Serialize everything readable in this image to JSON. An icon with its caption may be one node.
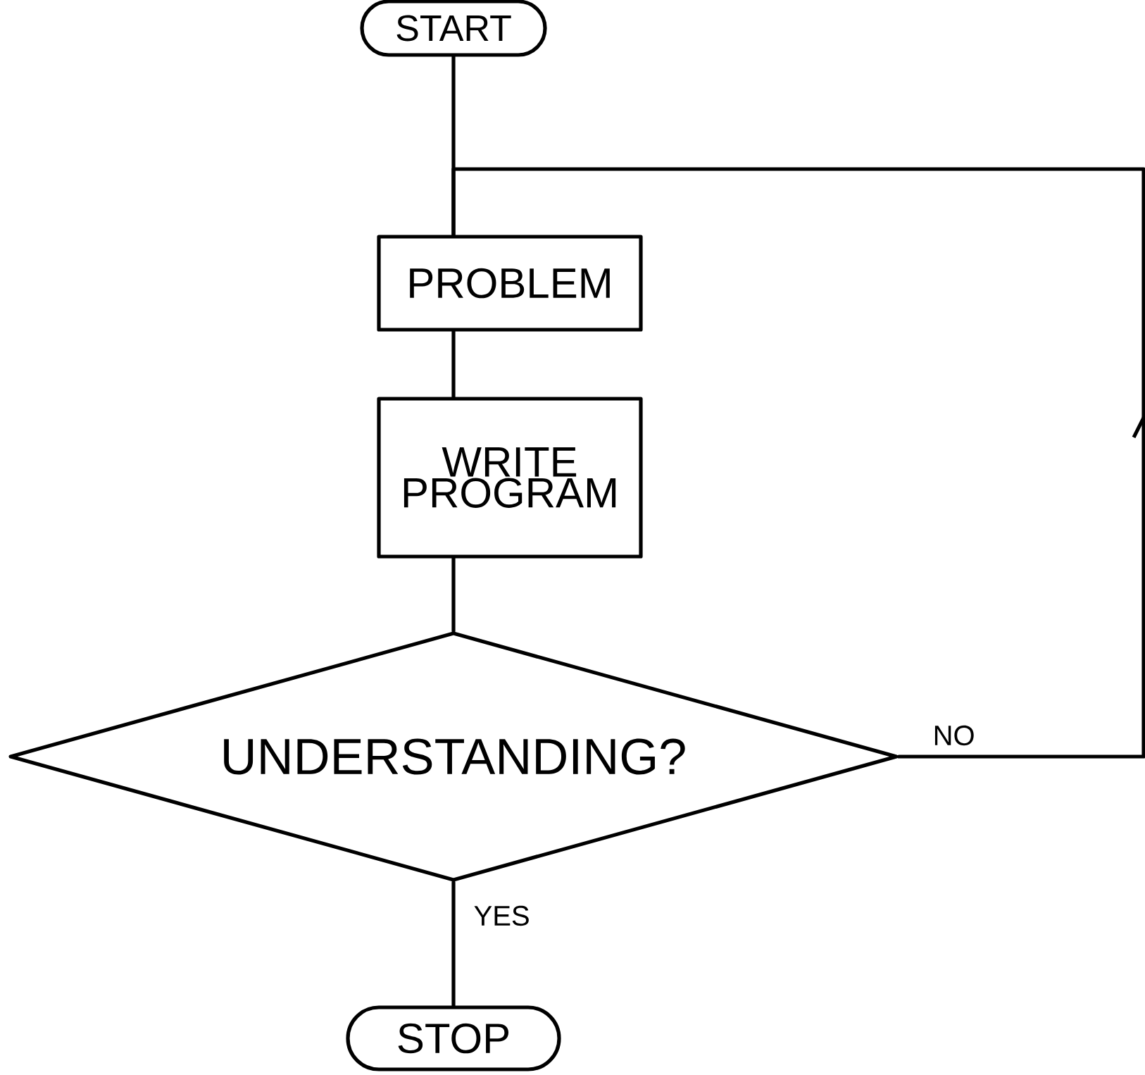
{
  "diagram": {
    "nodes": [
      {
        "text": [
          "START"
        ]
      },
      {
        "text": [
          "PROBLEM"
        ]
      },
      {
        "text": [
          "WRITE PROGRAM"
        ]
      },
      {
        "text": [
          "UNDERSTANDING?"
        ]
      },
      {
        "text": [
          "STOP"
        ]
      }
    ],
    "edges": [
      {
        "from": 0,
        "to": 1,
        "arrow": "none"
      },
      {
        "from": 1,
        "to": 2,
        "arrow": "none"
      },
      {
        "from": 2,
        "to": 3,
        "arrow": "none"
      },
      {
        "from": 3,
        "to": 1,
        "arrow": "to",
        "label": "NO"
      },
      {
        "from": 3,
        "to": 4,
        "arrow": "none",
        "label": "YES"
      }
    ]
  }
}
